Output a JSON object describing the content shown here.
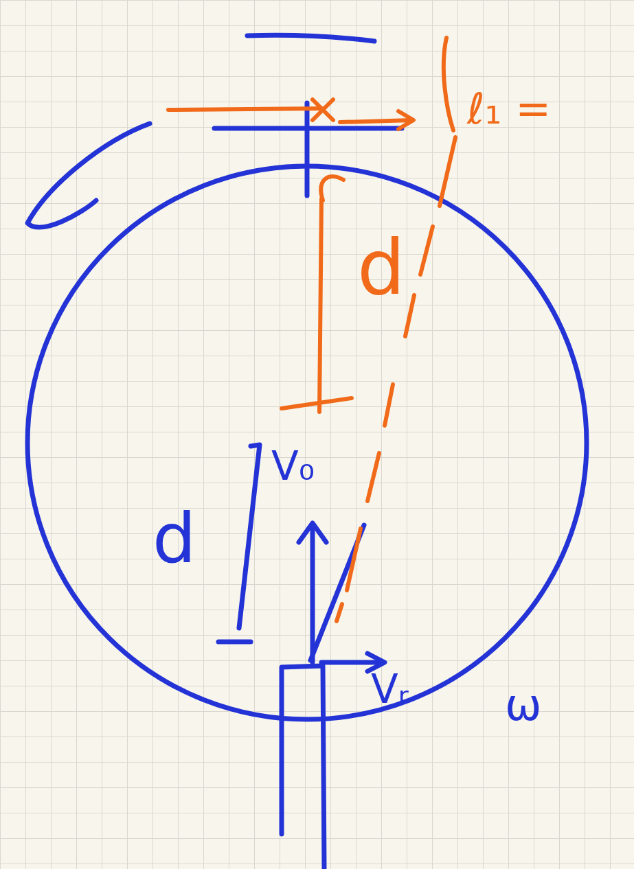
{
  "diagram": {
    "labels": [
      "ℓ₁ =",
      "d",
      "V₀",
      "d",
      "Vᵣ",
      "ω"
    ]
  }
}
